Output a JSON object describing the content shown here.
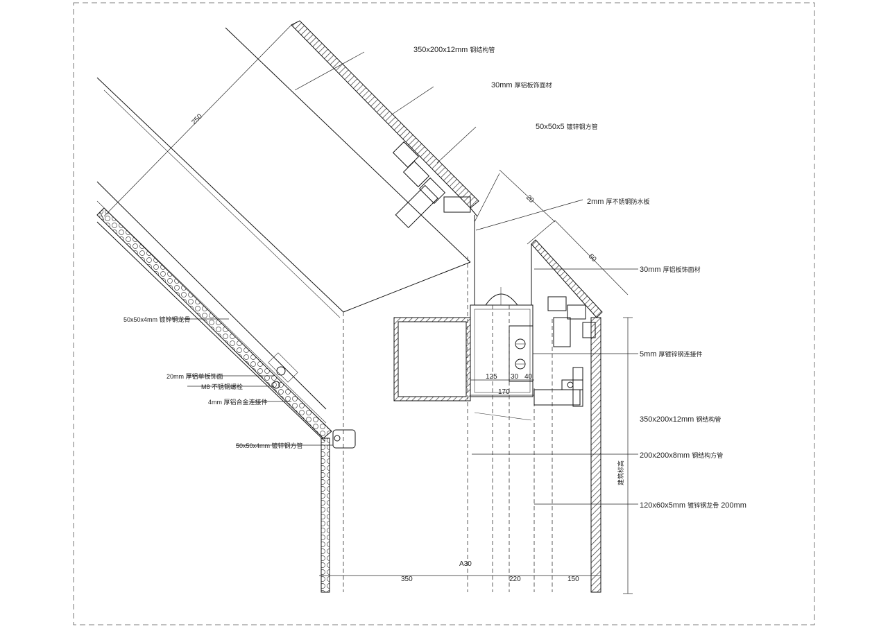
{
  "colors": {
    "line": "#111111",
    "hatch": "#333333",
    "background": "#ffffff"
  },
  "dimensions": {
    "d1": "250",
    "d2": "20",
    "d3": "50",
    "d4": "125",
    "d5": "30",
    "d6": "40",
    "d7": "170",
    "d8": "350",
    "d9": "A30",
    "d10": "220",
    "d11": "150"
  },
  "labels": {
    "l1": "350x200x12mm",
    "l1s": "钢结构管",
    "l2": "30mm",
    "l2s": "厚铝板饰面材",
    "l3": "50x50x5",
    "l3s": "镀锌钢方管",
    "l4": "2mm",
    "l4s": "厚不锈钢防水板",
    "l5": "30mm",
    "l5s": "厚铝板饰面材",
    "l6": "5mm",
    "l6s": "厚镀锌钢连接件",
    "l7": "350x200x12mm",
    "l7s": "钢结构管",
    "l8": "200x200x8mm",
    "l8s": "钢结构方管",
    "l9": "120x60x5mm",
    "l9s": "镀锌钢龙骨",
    "l9t": "200mm",
    "l10": "50x50x4mm",
    "l10s": "镀锌钢龙骨",
    "l11": "20mm",
    "l11s": "厚铝单板饰面",
    "l12": "M8",
    "l12s": "不锈钢螺栓",
    "l13": "4mm",
    "l13s": "厚铝合金连接件",
    "l14": "50x50x4mm",
    "l14s": "镀锌钢方管",
    "vertical": "建筑标高"
  }
}
